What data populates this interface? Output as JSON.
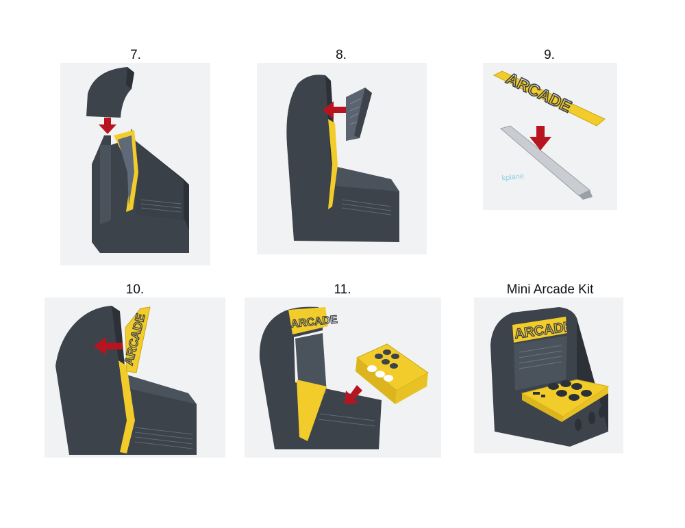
{
  "steps": [
    {
      "label": "7."
    },
    {
      "label": "8."
    },
    {
      "label": "9."
    },
    {
      "label": "10."
    },
    {
      "label": "11."
    },
    {
      "label": "Mini Arcade Kit"
    }
  ],
  "marquee_text": "ARCADE",
  "workplane_text": "kplane",
  "colors": {
    "cabinet": "#3d434b",
    "cabinet_dark": "#2c3137",
    "yellow": "#f2cc2a",
    "arrow": "#b8141f",
    "panel_bg": "#f1f2f4"
  }
}
